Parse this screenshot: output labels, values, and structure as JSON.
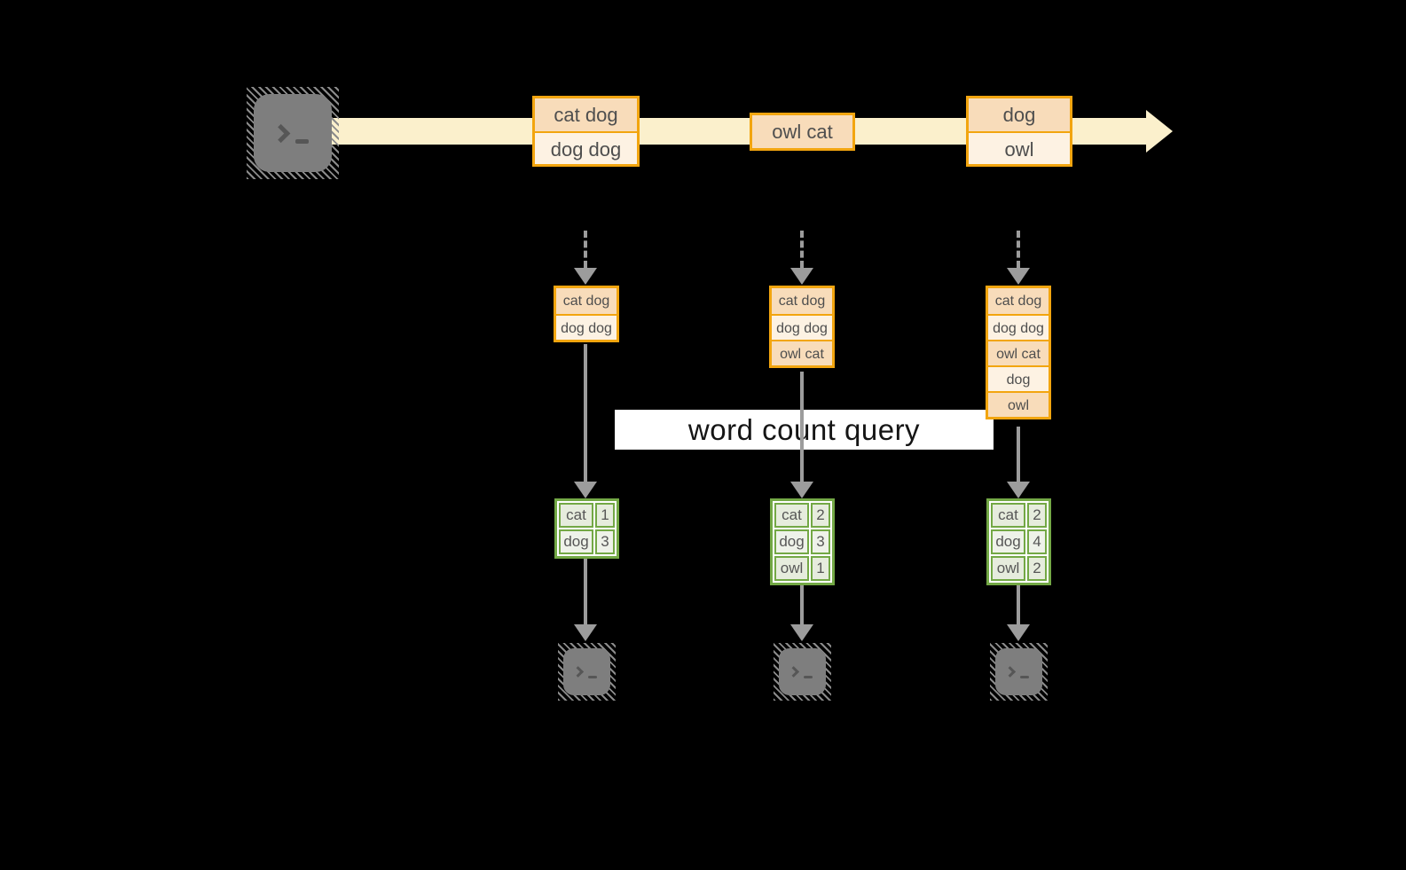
{
  "banner": {
    "label": "word count query"
  },
  "stream": {
    "events": [
      {
        "rows": [
          "cat dog",
          "dog dog"
        ]
      },
      {
        "rows": [
          "owl cat"
        ]
      },
      {
        "rows": [
          "dog",
          "owl"
        ]
      }
    ]
  },
  "columns": [
    {
      "buffer": [
        "cat dog",
        "dog dog"
      ],
      "counts": [
        {
          "word": "cat",
          "count": "1"
        },
        {
          "word": "dog",
          "count": "3"
        }
      ]
    },
    {
      "buffer": [
        "cat dog",
        "dog dog",
        "owl cat"
      ],
      "counts": [
        {
          "word": "cat",
          "count": "2"
        },
        {
          "word": "dog",
          "count": "3"
        },
        {
          "word": "owl",
          "count": "1"
        }
      ]
    },
    {
      "buffer": [
        "cat dog",
        "dog dog",
        "owl cat",
        "dog",
        "owl"
      ],
      "counts": [
        {
          "word": "cat",
          "count": "2"
        },
        {
          "word": "dog",
          "count": "4"
        },
        {
          "word": "owl",
          "count": "2"
        }
      ]
    }
  ],
  "icons": {
    "source": "terminal-icon",
    "stream_arrow": "right-arrow-icon",
    "consumers": [
      "terminal-icon",
      "terminal-icon",
      "terminal-icon"
    ]
  },
  "colors": {
    "background": "#000000",
    "stream_band": "#fbf0cc",
    "record_border": "#f2a50f",
    "record_fill_dark": "#f8dcba",
    "record_fill_light": "#fdf2e3",
    "table_border": "#73a845",
    "table_fill_dark": "#e6ecdd",
    "table_fill_light": "#eef2e9",
    "arrow_gray": "#9c9c9c",
    "terminal_gray": "#7e7e7e",
    "banner_bg": "#ffffff",
    "banner_text": "#151515"
  }
}
